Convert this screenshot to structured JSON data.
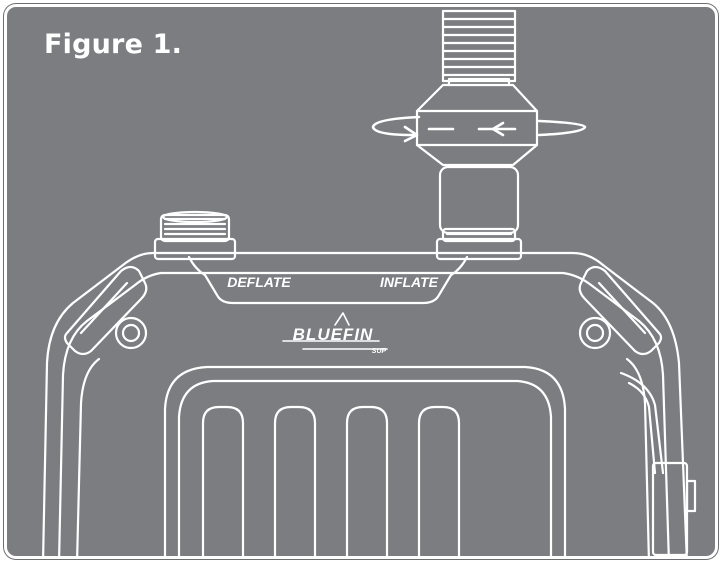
{
  "figure": {
    "title": "Figure 1."
  },
  "device": {
    "port_left_label": "DEFLATE",
    "port_right_label": "INFLATE",
    "brand_logo_text": "BLUEFIN",
    "brand_logo_subtext": "SUP"
  },
  "colors": {
    "background": "#7b7d80",
    "line": "#ffffff",
    "frame_border": "#ffffff"
  }
}
